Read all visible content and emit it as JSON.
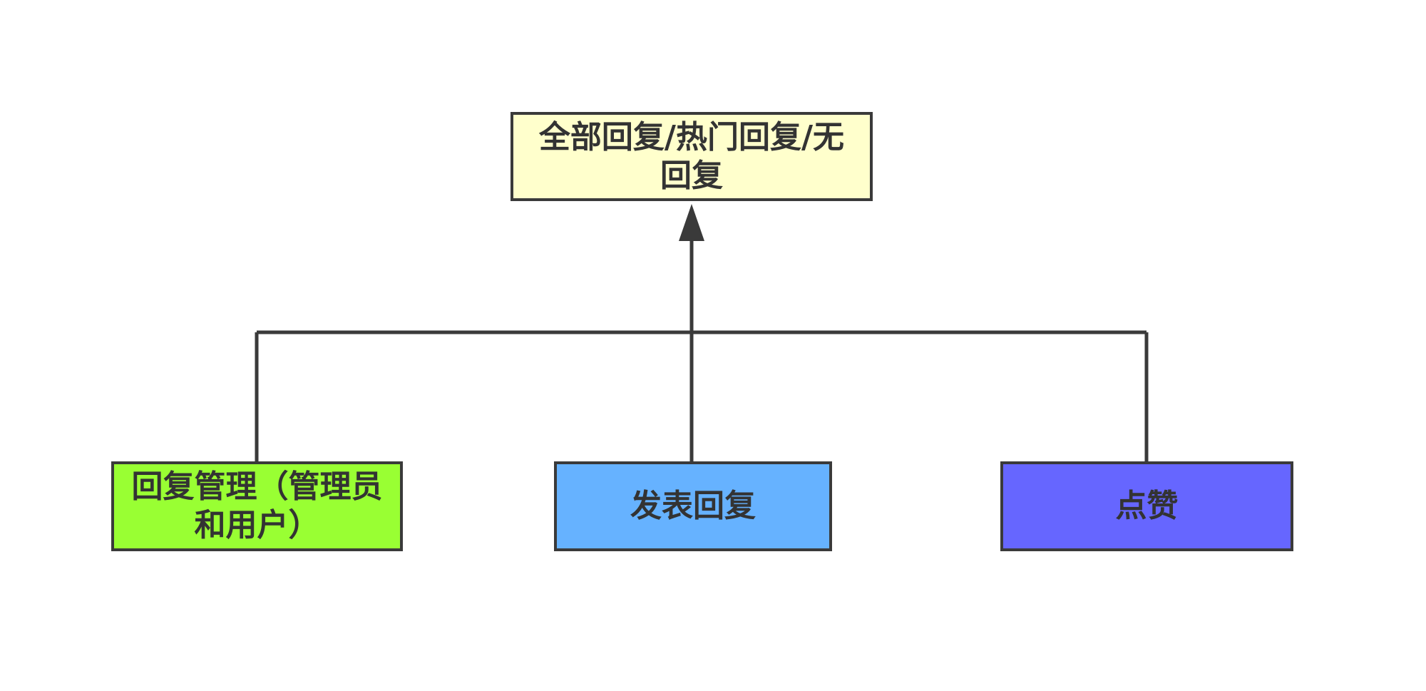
{
  "nodes": {
    "top": {
      "label": "全部回复/热门回复/无回复",
      "color": "#FFFFCC"
    },
    "left": {
      "label": "回复管理（管理员和用户）",
      "color": "#99FF33"
    },
    "middle": {
      "label": "发表回复",
      "color": "#66B2FF"
    },
    "right": {
      "label": "点赞",
      "color": "#6666FF"
    }
  },
  "line_color": "#3a3a3a"
}
